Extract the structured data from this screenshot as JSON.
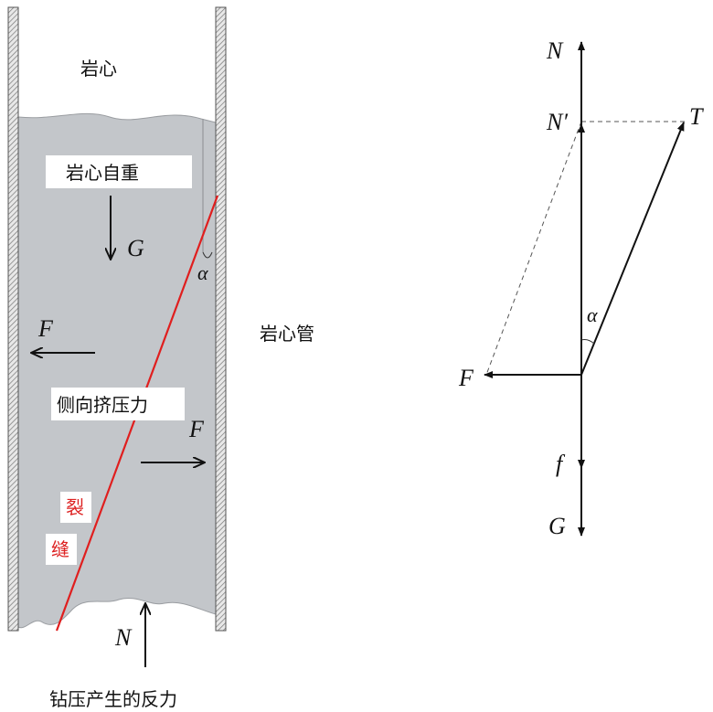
{
  "left_figure": {
    "core_label": "岩心",
    "core_weight_label": "岩心自重",
    "weight_symbol": "G",
    "angle_symbol": "α",
    "lateral_force_symbol_left": "F",
    "lateral_force_symbol_right": "F",
    "lateral_pressure_label": "侧向挤压力",
    "crack_char_1": "裂",
    "crack_char_2": "缝",
    "normal_force_symbol": "N",
    "reaction_label": "钻压产生的反力",
    "tube_label": "岩心管"
  },
  "right_figure": {
    "N_label": "N",
    "N_prime_label": "N′",
    "T_label": "T",
    "alpha_label": "α",
    "F_label": "F",
    "f_label": "f",
    "G_label": "G"
  },
  "colors": {
    "core_fill": "#c3c6ca",
    "crack": "#e01e1e",
    "tube_wall": "#8a8a8a",
    "ink": "#111111"
  }
}
